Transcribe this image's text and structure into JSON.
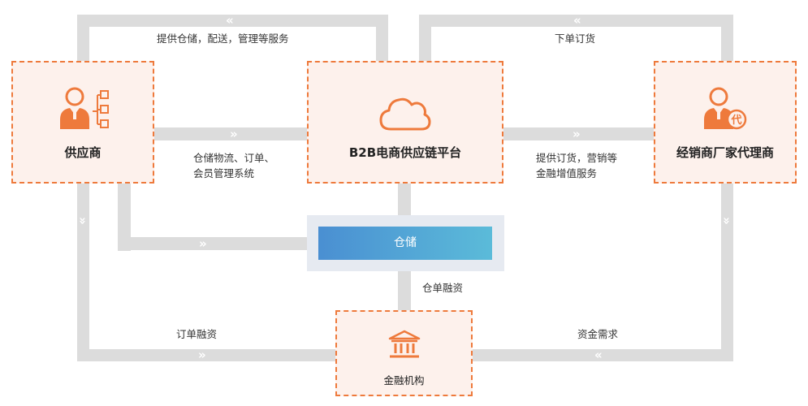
{
  "nodes": {
    "supplier": "供应商",
    "platform": "B2B电商供应链平台",
    "distributor": "经销商厂家代理商",
    "warehouse": "仓储",
    "finance": "金融机构"
  },
  "flows": {
    "top_left": "提供仓储，配送，管理等服务",
    "top_right": "下单订货",
    "mid_left_line1": "仓储物流、订单、",
    "mid_left_line2": "会员管理系统",
    "mid_right_line1": "提供订货，营销等",
    "mid_right_line2": "金融增值服务",
    "warehouse_receipt": "仓单融资",
    "order_financing": "订单融资",
    "capital_demand": "资金需求"
  },
  "arrows": {
    "double_left": "«",
    "double_right": "»"
  },
  "colors": {
    "accent_orange": "#ee7a3c",
    "node_fill": "#fdf1ec",
    "pipe_gray": "#dcdcdc",
    "warehouse_blue_start": "#4a8fd2",
    "warehouse_blue_end": "#5bbbd9"
  },
  "icons": {
    "supplier": "person-hierarchy-icon",
    "platform": "cloud-icon",
    "distributor": "agent-person-icon",
    "finance": "bank-icon"
  }
}
